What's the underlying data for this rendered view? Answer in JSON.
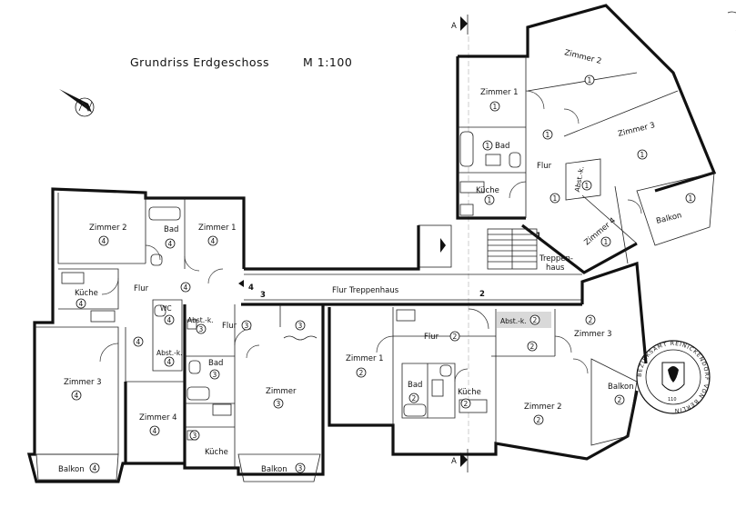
{
  "title": "Grundriss Erdgeschoss",
  "scale": "M  1:100",
  "section_marks": {
    "top": "A",
    "bottom": "A"
  },
  "stair_marks": [
    "1",
    "2",
    "3",
    "4"
  ],
  "seal": {
    "text": "BEZIRKSAMT REINICKENDORF VON BERLIN",
    "date": "110"
  },
  "unit1": {
    "zimmer1": "Zimmer 1",
    "zimmer2": "Zimmer 2",
    "zimmer3": "Zimmer 3",
    "zimmer4": "Zimmer 4",
    "bad": "Bad",
    "kueche": "Küche",
    "flur": "Flur",
    "abstk": "Abst.-k.",
    "balkon": "Balkon",
    "treppenhaus1": "Treppen-",
    "treppenhaus2": "haus",
    "n": "1"
  },
  "unit2": {
    "zimmer1": "Zimmer 1",
    "zimmer2": "Zimmer 2",
    "zimmer3": "Zimmer 3",
    "bad": "Bad",
    "kueche": "Küche",
    "flur": "Flur",
    "abstk": "Abst.-k.",
    "balkon": "Balkon",
    "n": "2"
  },
  "unit3": {
    "zimmer": "Zimmer",
    "bad": "Bad",
    "kueche": "Küche",
    "flur": "Flur",
    "abstk": "Abst.-k.",
    "balkon": "Balkon",
    "n": "3"
  },
  "unit4": {
    "zimmer1": "Zimmer 1",
    "zimmer2": "Zimmer 2",
    "zimmer3": "Zimmer 3",
    "zimmer4": "Zimmer 4",
    "bad": "Bad",
    "kueche": "Küche",
    "flur": "Flur",
    "wc": "WC",
    "abstk": "Abst.-k.",
    "balkon": "Balkon",
    "n": "4"
  },
  "corridor": "Flur Treppenhaus"
}
